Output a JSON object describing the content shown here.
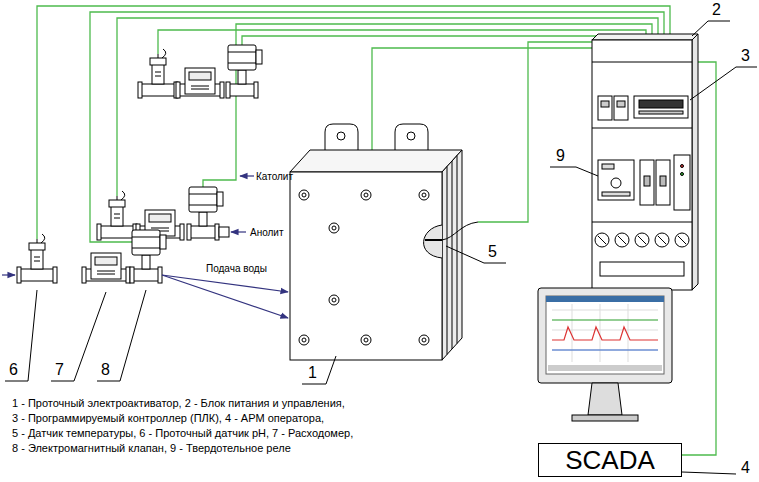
{
  "diagram": {
    "nodes": [
      {
        "text": [
          "SCADA"
        ]
      }
    ],
    "labels": [
      "1",
      "2",
      "3",
      "4",
      "5",
      "6",
      "7",
      "8",
      "9",
      "Католит",
      "Анолит",
      "Подача воды",
      "1 - Проточный электроактиватор, 2 - Блок питания и управления,",
      "3 - Программируемый контроллер (ПЛК), 4 - АРМ оператора,",
      "5 - Датчик температуры, 6 - Проточный датчик pH, 7 - Расходомер,",
      "8 - Электромагнитный клапан, 9 - Твердотельное реле"
    ]
  }
}
